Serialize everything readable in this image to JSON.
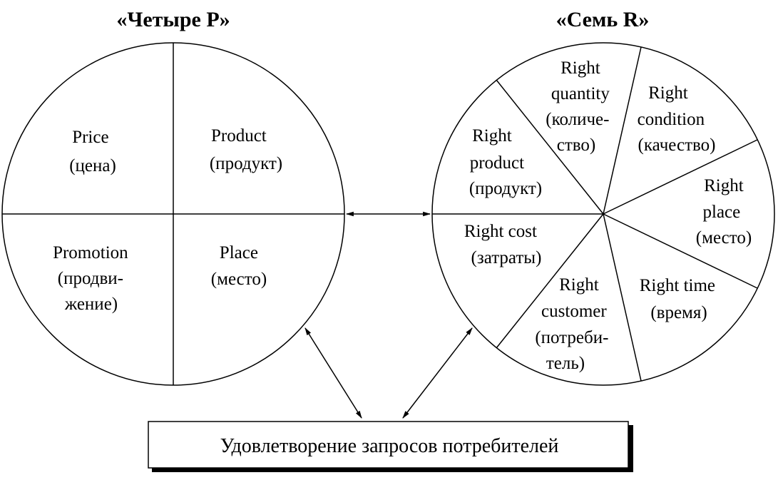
{
  "left": {
    "title": "«Четыре P»",
    "sectors": {
      "price": [
        "Price",
        "(цена)"
      ],
      "product": [
        "Product",
        "(продукт)"
      ],
      "promotion": [
        "Promotion",
        "(продви-",
        "жение)"
      ],
      "place": [
        "Place",
        "(место)"
      ]
    }
  },
  "right": {
    "title": "«Семь R»",
    "sectors": {
      "product": [
        "Right",
        "product",
        "(продукт)"
      ],
      "quantity": [
        "Right",
        "quantity",
        "(количе-",
        "ство)"
      ],
      "condition": [
        "Right",
        "condition",
        "(качество)"
      ],
      "place": [
        "Right",
        "place",
        "(место)"
      ],
      "time": [
        "Right time",
        "(время)"
      ],
      "customer": [
        "Right",
        "customer",
        "(потреби-",
        "тель)"
      ],
      "cost": [
        "Right cost",
        "(затраты)"
      ]
    }
  },
  "bottom_box": {
    "label": "Удовлетворение запросов потребителей"
  }
}
